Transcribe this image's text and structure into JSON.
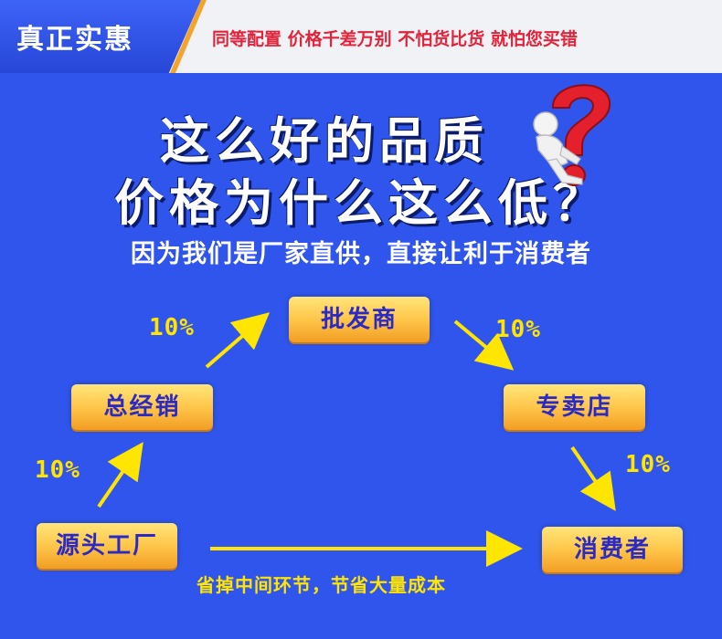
{
  "banner": {
    "tag": "真正实惠",
    "slogan": "同等配置 价格千差万别 不怕货比货 就怕您买错"
  },
  "headline": {
    "line1": "这么好的品质",
    "line2": "价格为什么这么低？",
    "subtitle": "因为我们是厂家直供，直接让利于消费者"
  },
  "chain": {
    "nodes": {
      "factory": "源头工厂",
      "general_agent": "总经销",
      "wholesaler": "批发商",
      "store": "专卖店",
      "consumer": "消费者"
    },
    "markups": {
      "factory_to_agent": "10%",
      "agent_to_wholesaler": "10%",
      "wholesaler_to_store": "10%",
      "store_to_consumer": "10%"
    },
    "direct_note": "省掉中间环节，节省大量成本"
  },
  "colors": {
    "background": "#2f55ec",
    "accent_red": "#e3233a",
    "highlight_yellow": "#ffe500",
    "box_gold": "#ffc64a"
  },
  "icons": [
    "question-mark-figure-icon",
    "arrow-icon"
  ]
}
